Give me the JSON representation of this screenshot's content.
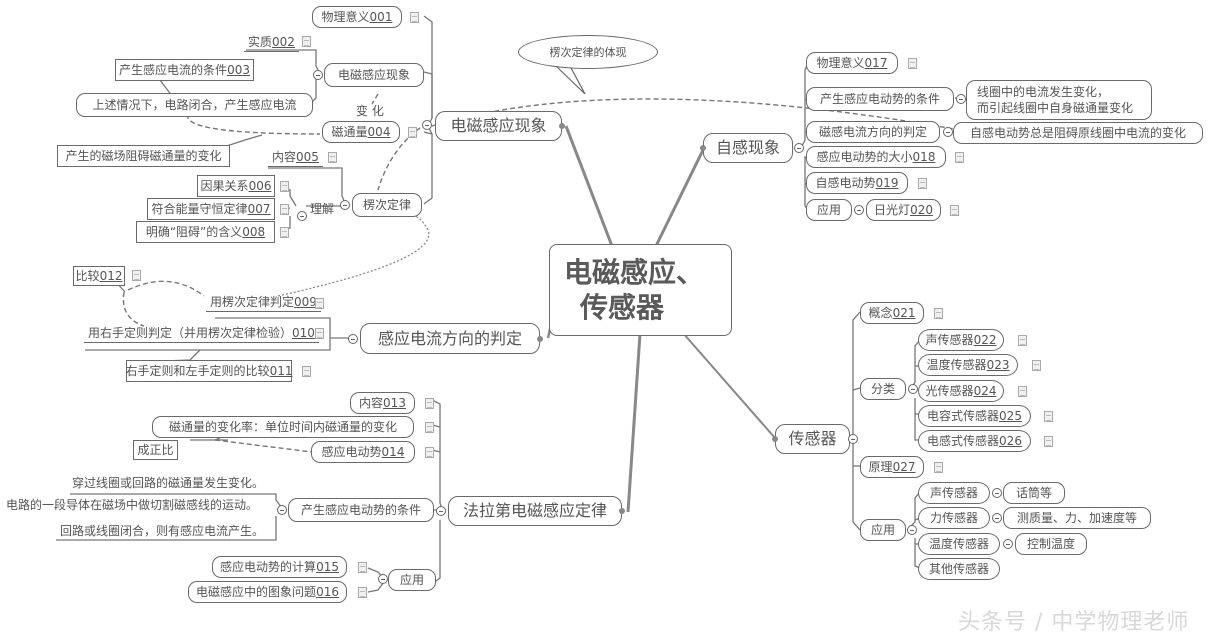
{
  "root": {
    "line1": "电磁感应、",
    "line2": "传感器"
  },
  "callout": "楞次定律的体现",
  "watermark": "头条号 / 中学物理老师",
  "branch_emi": {
    "title": "电磁感应现象",
    "physical_meaning": {
      "text": "物理意义",
      "code": "001"
    },
    "phenomenon": {
      "title": "电磁感应现象",
      "essence": {
        "text": "实质",
        "code": "002"
      },
      "condition": {
        "text": "产生感应电流的条件",
        "code": "003"
      },
      "explanation": "上述情况下，电路闭合，产生感应电流"
    },
    "change_label": "变 化",
    "flux": {
      "text": "磁通量",
      "code": "004"
    },
    "flux_note": "产生的磁场阻碍磁通量的变化",
    "lenz": {
      "title": "楞次定律",
      "content": {
        "text": "内容",
        "code": "005"
      },
      "understanding": "理解",
      "items": [
        {
          "text": "因果关系",
          "code": "006"
        },
        {
          "text": "符合能量守恒定律",
          "code": "007"
        },
        {
          "text": "明确“阻碍”的含义",
          "code": "008"
        }
      ]
    }
  },
  "branch_direction": {
    "title": "感应电流方向的判定",
    "compare": {
      "text": "比较",
      "code": "012"
    },
    "lenz_judge": {
      "text": "用楞次定律判定",
      "code": "009"
    },
    "right_hand": {
      "text": "用右手定则判定（并用楞次定律检验）",
      "code": "010"
    },
    "hands_compare": {
      "text": "右手定则和左手定则的比较",
      "code": "011"
    }
  },
  "branch_faraday": {
    "title": "法拉第电磁感应定律",
    "content": {
      "text": "内容",
      "code": "013"
    },
    "rate": "磁通量的变化率：单位时间内磁通量的变化",
    "proportional": "成正比",
    "emf": {
      "text": "感应电动势",
      "code": "014"
    },
    "condition": {
      "title": "产生感应电动势的条件",
      "items": [
        "穿过线圈或回路的磁通量发生变化。",
        "电路的一段导体在磁场中做切割磁感线的运动。",
        "回路或线圈闭合，则有感应电流产生。"
      ]
    },
    "application": {
      "title": "应用",
      "items": [
        {
          "text": "感应电动势的计算",
          "code": "015"
        },
        {
          "text": "电磁感应中的图象问题",
          "code": "016"
        }
      ]
    }
  },
  "branch_self": {
    "title": "自感现象",
    "physical_meaning": {
      "text": "物理意义",
      "code": "017"
    },
    "condition": {
      "title": "产生感应电动势的条件",
      "detail_line1": "线圈中的电流发生变化，",
      "detail_line2": "而引起线圈中自身磁通量变化"
    },
    "direction": {
      "title": "磁感电流方向的判定",
      "detail": "自感电动势总是阻碍原线圈中电流的变化"
    },
    "magnitude": {
      "text": "感应电动势的大小",
      "code": "018"
    },
    "self_emf": {
      "text": "自感电动势",
      "code": "019"
    },
    "application": {
      "title": "应用",
      "lamp": {
        "text": "日光灯",
        "code": "020"
      }
    }
  },
  "branch_sensor": {
    "title": "传感器",
    "concept": {
      "text": "概念",
      "code": "021"
    },
    "classification": {
      "title": "分类",
      "items": [
        {
          "text": "声传感器",
          "code": "022"
        },
        {
          "text": "温度传感器",
          "code": "023"
        },
        {
          "text": "光传感器",
          "code": "024"
        },
        {
          "text": "电容式传感器",
          "code": "025"
        },
        {
          "text": "电感式传感器",
          "code": "026"
        }
      ]
    },
    "principle": {
      "text": "原理",
      "code": "027"
    },
    "application": {
      "title": "应用",
      "items": [
        {
          "text": "声传感器",
          "detail": "话筒等"
        },
        {
          "text": "力传感器",
          "detail": "测质量、力、加速度等"
        },
        {
          "text": "温度传感器",
          "detail": "控制温度"
        },
        {
          "text": "其他传感器",
          "detail": ""
        }
      ]
    }
  },
  "colors": {
    "line": "#6a6a6a",
    "text": "#555555",
    "background": "#ffffff",
    "watermark": "#d8d8d8"
  }
}
